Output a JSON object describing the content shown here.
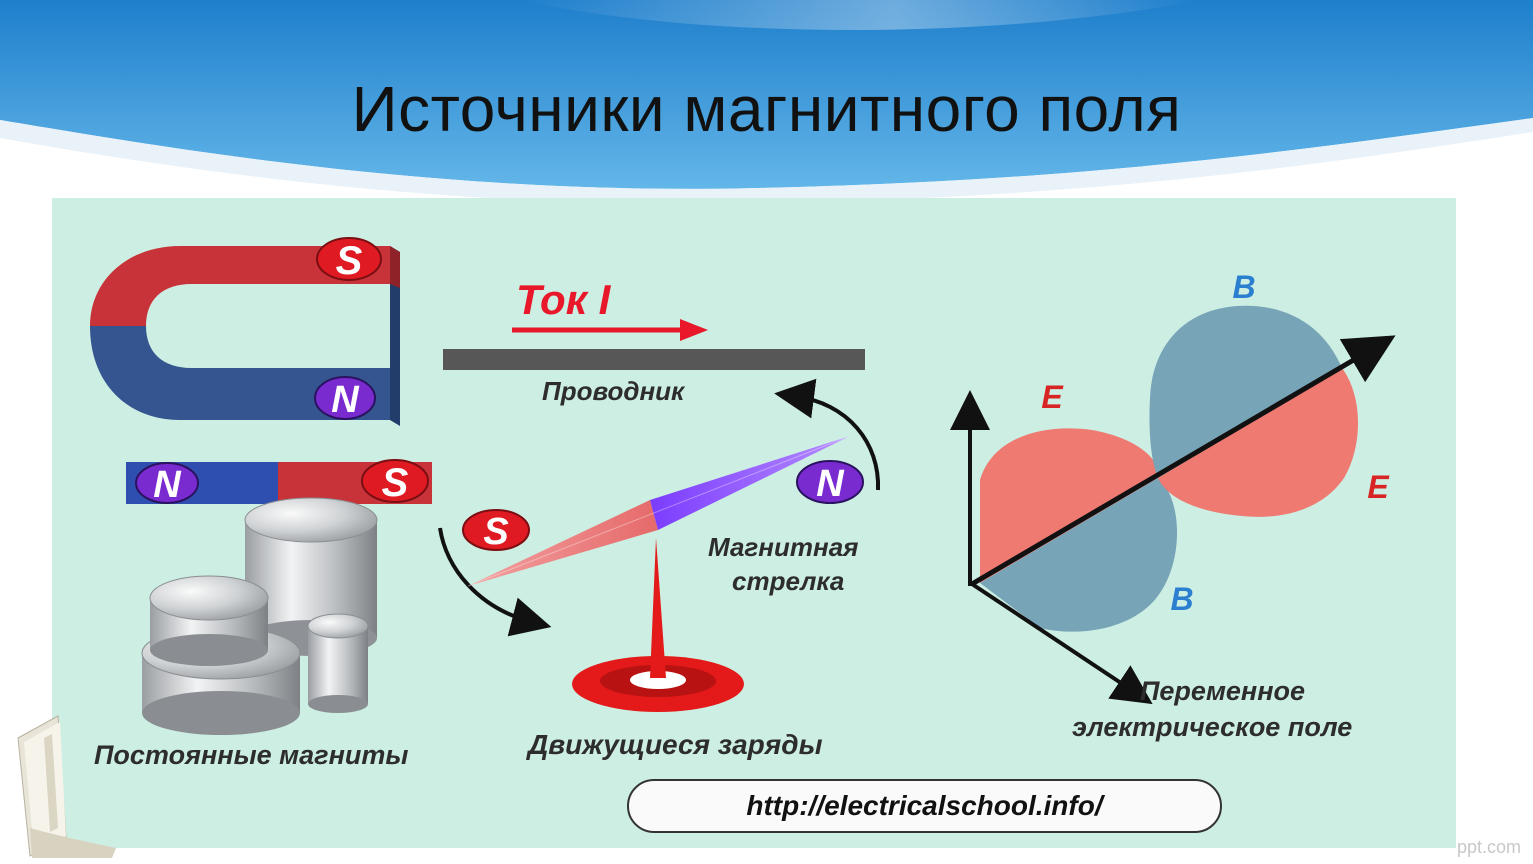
{
  "slide": {
    "title": "Источники магнитного поля",
    "watermark": "ppt.com"
  },
  "diagram": {
    "permanent_magnets": {
      "caption": "Постоянные магниты",
      "horseshoe_top_pole": "S",
      "horseshoe_bottom_pole": "N",
      "bar_left_pole": "N",
      "bar_right_pole": "S"
    },
    "moving_charges": {
      "caption": "Движущиеся заряды",
      "current_label": "Ток I",
      "conductor_label": "Проводник",
      "needle_label_line1": "Магнитная",
      "needle_label_line2": "стрелка",
      "needle_south_pole": "S",
      "needle_north_pole": "N"
    },
    "alternating_field": {
      "caption_line1": "Переменное",
      "caption_line2": "электрическое поле",
      "e_label": "E",
      "b_label": "B"
    },
    "url": "http://electricalschool.info/"
  },
  "colors": {
    "panel_bg": "#cdeee2",
    "magnet_red": "#c8333a",
    "magnet_blue": "#34558f",
    "pole_badge_red": "#e01a22",
    "pole_badge_purple": "#7a2bd0",
    "current_red": "#e8182a",
    "e_lobe": "#ee7a72",
    "b_lobe": "#78a4b8",
    "b_label": "#2b7fd0",
    "e_label": "#d82424",
    "header_blue": "#2e8fd4"
  }
}
